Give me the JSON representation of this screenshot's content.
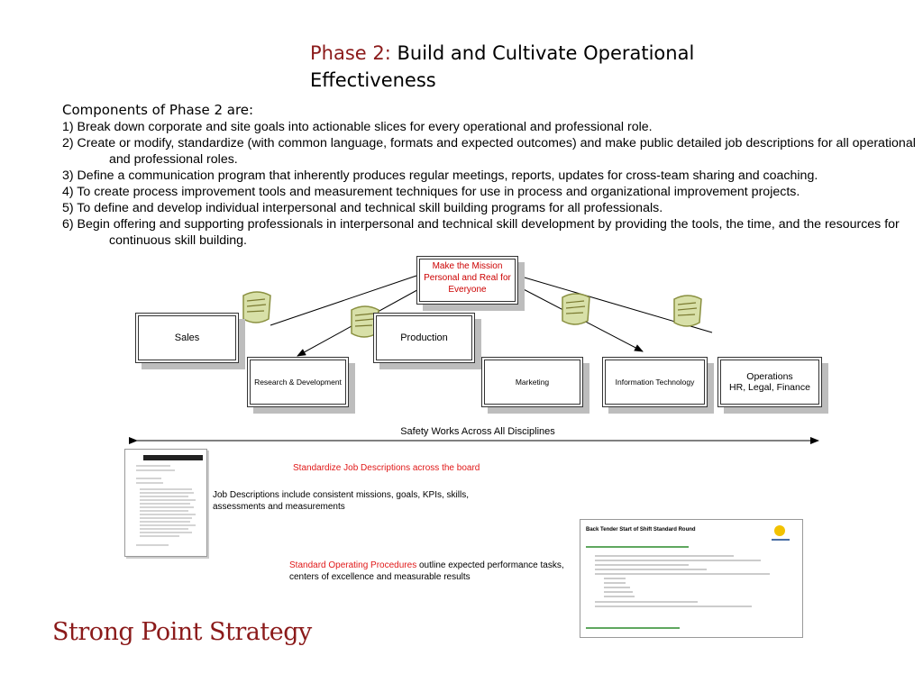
{
  "title": {
    "phase": "Phase 2:",
    "text": " Build and Cultivate Operational Effectiveness"
  },
  "components": {
    "heading": "Components of Phase 2 are:",
    "items": [
      "1) Break down corporate and site goals into actionable slices for every operational and professional role.",
      "2) Create or modify, standardize (with common language, formats and expected outcomes) and make public detailed job descriptions for all operational and professional roles.",
      "3) Define a communication program that inherently produces regular meetings, reports, updates for cross-team sharing and coaching.",
      "4) To create process improvement tools and measurement techniques for use in process and organizational improvement projects.",
      "5) To define and develop individual interpersonal and technical skill building programs for all professionals.",
      "6) Begin offering and supporting professionals in interpersonal and technical skill development by providing the tools, the time, and the resources for continuous skill building."
    ]
  },
  "diagram": {
    "mission": "Make the Mission Personal and Real for Everyone",
    "sales": "Sales",
    "production": "Production",
    "rnd": "Research & Development",
    "marketing": "Marketing",
    "it": "Information Technology",
    "operations_line1": "Operations",
    "operations_line2": "HR, Legal, Finance",
    "safety": "Safety Works Across All Disciplines"
  },
  "job_descriptions": {
    "headline": "Standardize Job Descriptions across the board",
    "note": "Job Descriptions include consistent missions, goals, KPIs, skills, assessments and measurements"
  },
  "sop": {
    "highlight": "Standard Operating Procedures",
    "rest": " outline expected performance tasks, centers of excellence and measurable results",
    "doc_title": "Back Tender Start of Shift Standard Round"
  },
  "brand": {
    "logo_text": "Strong Point Strategy",
    "title_red": "#8b1a1a",
    "accent_red": "#e01818"
  }
}
